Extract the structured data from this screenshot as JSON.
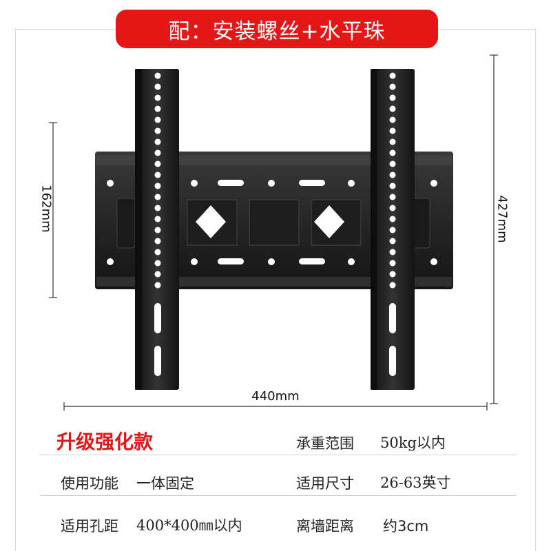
{
  "banner": {
    "text": "配：安装螺丝+水平珠"
  },
  "dimensions": {
    "height_left": "162mm",
    "height_right": "427mm",
    "width": "440mm"
  },
  "specs": {
    "title": "升级强化款",
    "rows": [
      {
        "left_label": "",
        "left_value": "",
        "right_label": "承重范围",
        "right_value": "50kg以内"
      },
      {
        "left_label": "使用功能",
        "left_value": "一体固定",
        "right_label": "适用尺寸",
        "right_value": "26-63英寸"
      },
      {
        "left_label": "适用孔距",
        "left_value": "400*400㎜以内",
        "right_label": "离墙距离",
        "right_value": "约3cm"
      }
    ]
  },
  "colors": {
    "accent_red": "#e51616",
    "metal": "#2a2a2a"
  },
  "icons": [
    "tv-wall-mount-bracket-illustration"
  ]
}
